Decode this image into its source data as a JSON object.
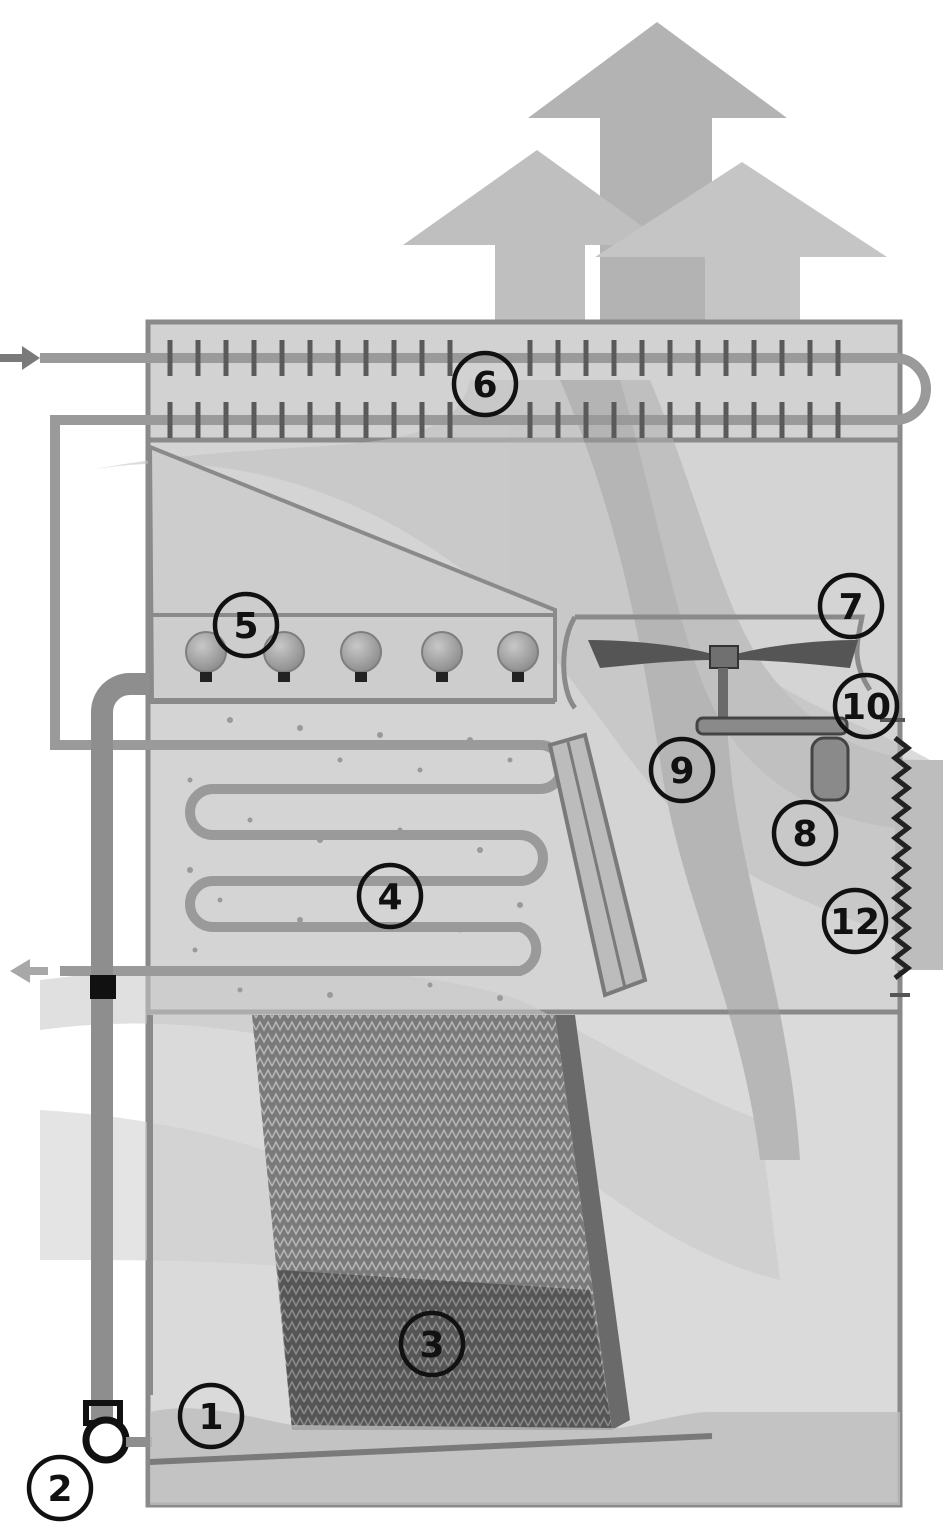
{
  "diagram": {
    "colors": {
      "background": "#ffffff",
      "housing_fill": "#d6d6d6",
      "housing_stroke": "#8a8a8a",
      "air_arrow": "#9e9e9e",
      "pipe": "#9a9a9a",
      "fill_media": "#6e6e6e",
      "label_stroke": "#111111"
    },
    "labels": [
      {
        "id": "1",
        "text": "1"
      },
      {
        "id": "2",
        "text": "2"
      },
      {
        "id": "3",
        "text": "3"
      },
      {
        "id": "4",
        "text": "4"
      },
      {
        "id": "5",
        "text": "5"
      },
      {
        "id": "6",
        "text": "6"
      },
      {
        "id": "7",
        "text": "7"
      },
      {
        "id": "8",
        "text": "8"
      },
      {
        "id": "9",
        "text": "9"
      },
      {
        "id": "10",
        "text": "10"
      },
      {
        "id": "12",
        "text": "12"
      }
    ]
  }
}
